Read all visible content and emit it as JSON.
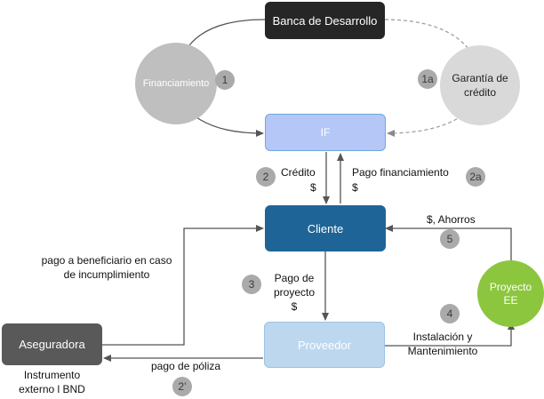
{
  "nodes": {
    "banca": "Banca de Desarrollo",
    "financiamiento": "Financiamiento",
    "garantia_line1": "Garantía de",
    "garantia_line2": "crédito",
    "if": "IF",
    "cliente": "Cliente",
    "proyecto_line1": "Proyecto",
    "proyecto_line2": "EE",
    "aseguradora": "Aseguradora",
    "proveedor": "Proveedor"
  },
  "steps": [
    "1",
    "1a",
    "2",
    "2a",
    "3",
    "4",
    "5",
    "2’"
  ],
  "labels": {
    "credito": "Crédito",
    "credito_symbol": "$",
    "pago_financiamiento": "Pago financiamiento",
    "pago_financiamiento_symbol": "$",
    "ahorros": "$, Ahorros",
    "beneficiario_line1": "pago a beneficiario en caso",
    "beneficiario_line2": "de incumplimiento",
    "pago_proyecto_line1": "Pago de",
    "pago_proyecto_line2": "proyecto",
    "pago_proyecto_symbol": "$",
    "instalacion_line1": "Instalación y",
    "instalacion_line2": "Mantenimiento",
    "pago_poliza": "pago de póliza",
    "instrumento_line1": "Instrumento",
    "instrumento_line2": "externo l BND"
  },
  "colors": {
    "banca": "#262626",
    "circle_gray": "#bfbfbf",
    "circle_light": "#d9d9d9",
    "if_fill": "#b4c7f7",
    "cliente": "#1f6496",
    "proyecto": "#8cc63f",
    "aseguradora": "#595959",
    "proveedor": "#bdd7ee",
    "badge": "#aaaaaa"
  }
}
